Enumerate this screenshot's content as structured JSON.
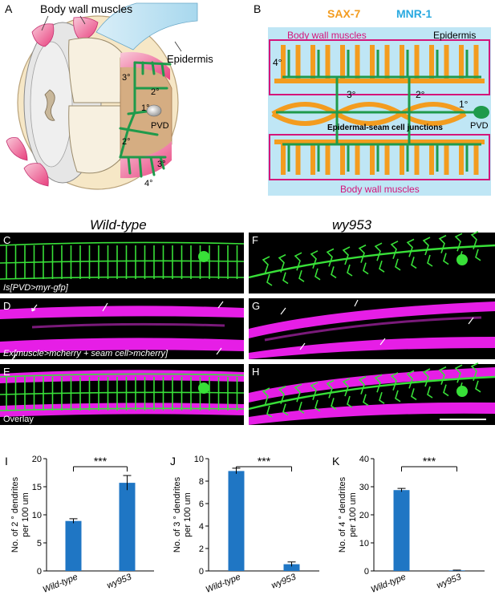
{
  "panels": {
    "A": {
      "letter": "A",
      "body_wall_muscles": "Body wall muscles",
      "epidermis": "Epidermis",
      "pvd": "PVD",
      "orders": [
        "1°",
        "2°",
        "3°",
        "4°"
      ]
    },
    "B": {
      "letter": "B",
      "sax7": "SAX-7",
      "mnr1": "MNR-1",
      "body_wall_muscles_top": "Body wall muscles",
      "epidermis": "Epidermis",
      "pvd": "PVD",
      "junctions": "Epidermal-seam cell junctions",
      "body_wall_muscles_bottom": "Body wall muscles",
      "orders": [
        "1°",
        "2°",
        "3°",
        "4°"
      ]
    },
    "micro": {
      "col_wildtype": "Wild-type",
      "col_mutant": "wy953",
      "letters": [
        "C",
        "D",
        "E",
        "F",
        "G",
        "H"
      ],
      "caption_c": "Is[PVD>myr-gfp]",
      "caption_d": "Ex[muscle>mcherry + seam cell>mcherry]",
      "caption_e": "Overlay"
    }
  },
  "colors": {
    "sax7": "#f39c1f",
    "mnr1": "#29a9e0",
    "muscle_box": "#d4157a",
    "dendrite": "#1f9a4b",
    "epidermis_bg": "#bfe6f5",
    "bar": "#1f76c4",
    "gfp": "#38e038",
    "mcherry": "#e61ee6"
  },
  "chart_data": [
    {
      "type": "bar",
      "panel": "I",
      "categories": [
        "Wild-type",
        "wy953"
      ],
      "values": [
        8.9,
        15.7
      ],
      "errors": [
        0.4,
        1.3
      ],
      "ylabel": "No. of 2 ° dendrites per 100 um",
      "ylim": [
        0,
        20
      ],
      "yticks": [
        0,
        5,
        10,
        15,
        20
      ],
      "significance": "***"
    },
    {
      "type": "bar",
      "panel": "J",
      "categories": [
        "Wild-type",
        "wy953"
      ],
      "values": [
        8.9,
        0.6
      ],
      "errors": [
        0.25,
        0.2
      ],
      "ylabel": "No. of 3 ° dendrites per 100 um",
      "ylim": [
        0,
        10
      ],
      "yticks": [
        0,
        2,
        4,
        6,
        8,
        10
      ],
      "significance": "***"
    },
    {
      "type": "bar",
      "panel": "K",
      "categories": [
        "Wild-type",
        "wy953"
      ],
      "values": [
        28.8,
        0.2
      ],
      "errors": [
        0.6,
        0.1
      ],
      "ylabel": "No. of 4 ° dendrites per 100 um",
      "ylim": [
        0,
        40
      ],
      "yticks": [
        0,
        10,
        20,
        30,
        40
      ],
      "significance": "***"
    }
  ]
}
